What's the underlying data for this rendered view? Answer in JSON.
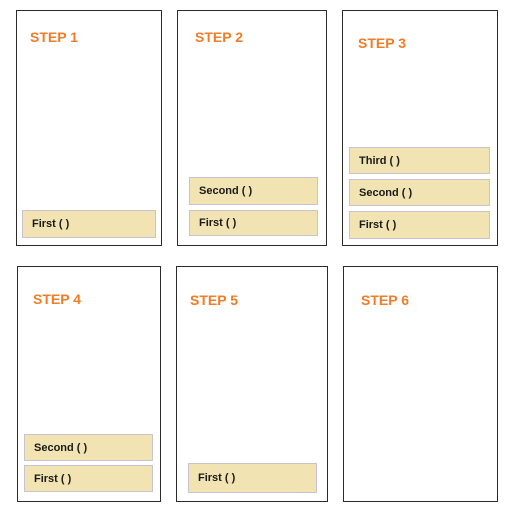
{
  "accent_color": "#f07c28",
  "frame_fill_color": "#f1e3b2",
  "steps": [
    {
      "title": "STEP 1",
      "frames": [
        "First ( )"
      ]
    },
    {
      "title": "STEP 2",
      "frames": [
        "Second ( )",
        "First ( )"
      ]
    },
    {
      "title": "STEP 3",
      "frames": [
        "Third ( )",
        "Second ( )",
        "First ( )"
      ]
    },
    {
      "title": "STEP 4",
      "frames": [
        "Second ( )",
        "First ( )"
      ]
    },
    {
      "title": "STEP 5",
      "frames": [
        "First ( )"
      ]
    },
    {
      "title": "STEP 6",
      "frames": []
    }
  ]
}
